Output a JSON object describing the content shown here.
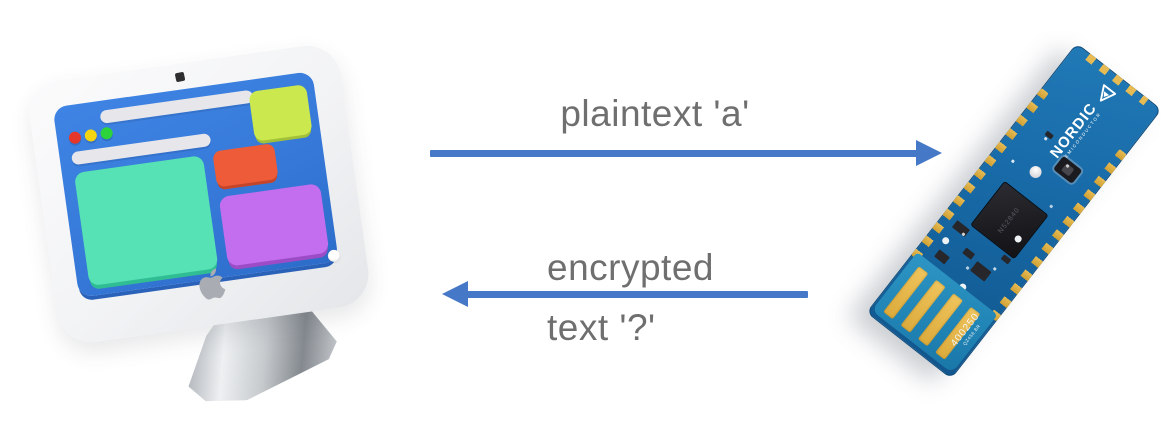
{
  "scene": {
    "background": "#ffffff",
    "description_labels": {
      "top_arrow_label": "plaintext 'a'",
      "bottom_arrow_label_line1": "encrypted",
      "bottom_arrow_label_line2": "text '?'"
    },
    "arrows": {
      "color": "#4678c8",
      "top_direction": "right",
      "bottom_direction": "left"
    },
    "label_color": "#6f6f6f"
  },
  "computer": {
    "colors": {
      "body": "#f2f3f5",
      "window_blue": "#3578d8",
      "panel_teal": "#57e2b5",
      "panel_orange": "#ed5b38",
      "panel_lime": "#cbe94f",
      "panel_purple": "#c36eee",
      "dot_red": "#e6372a",
      "dot_yellow": "#f5d411",
      "dot_green": "#2cd33a"
    }
  },
  "dongle": {
    "brand": "NORDIC",
    "brand_sub": "SEMICONDUCTOR",
    "board_number": "400250",
    "board_number_sub": "QZ456.BR",
    "chip_marking": "N52840",
    "colors": {
      "pcb_blue": "#1769a6",
      "usb_blue": "#2185b6",
      "gold": "#dcab3c",
      "chip": "#1c1c20"
    }
  }
}
